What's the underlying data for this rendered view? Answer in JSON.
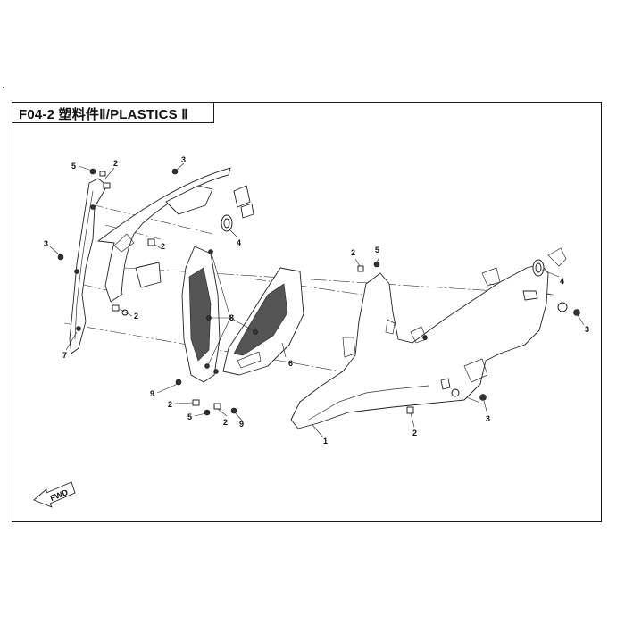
{
  "title": "F04-2  塑料件Ⅱ/PLASTICS Ⅱ",
  "callouts": [
    {
      "num": "5"
    },
    {
      "num": "2"
    },
    {
      "num": "3"
    },
    {
      "num": "4"
    },
    {
      "num": "3"
    },
    {
      "num": "2"
    },
    {
      "num": "2"
    },
    {
      "num": "7"
    },
    {
      "num": "8"
    },
    {
      "num": "6"
    },
    {
      "num": "9"
    },
    {
      "num": "2"
    },
    {
      "num": "5"
    },
    {
      "num": "2"
    },
    {
      "num": "9"
    },
    {
      "num": "2"
    },
    {
      "num": "5"
    },
    {
      "num": "4"
    },
    {
      "num": "3"
    },
    {
      "num": "3"
    },
    {
      "num": "2"
    },
    {
      "num": "1"
    }
  ],
  "fwd_arrow_label": "FWD"
}
